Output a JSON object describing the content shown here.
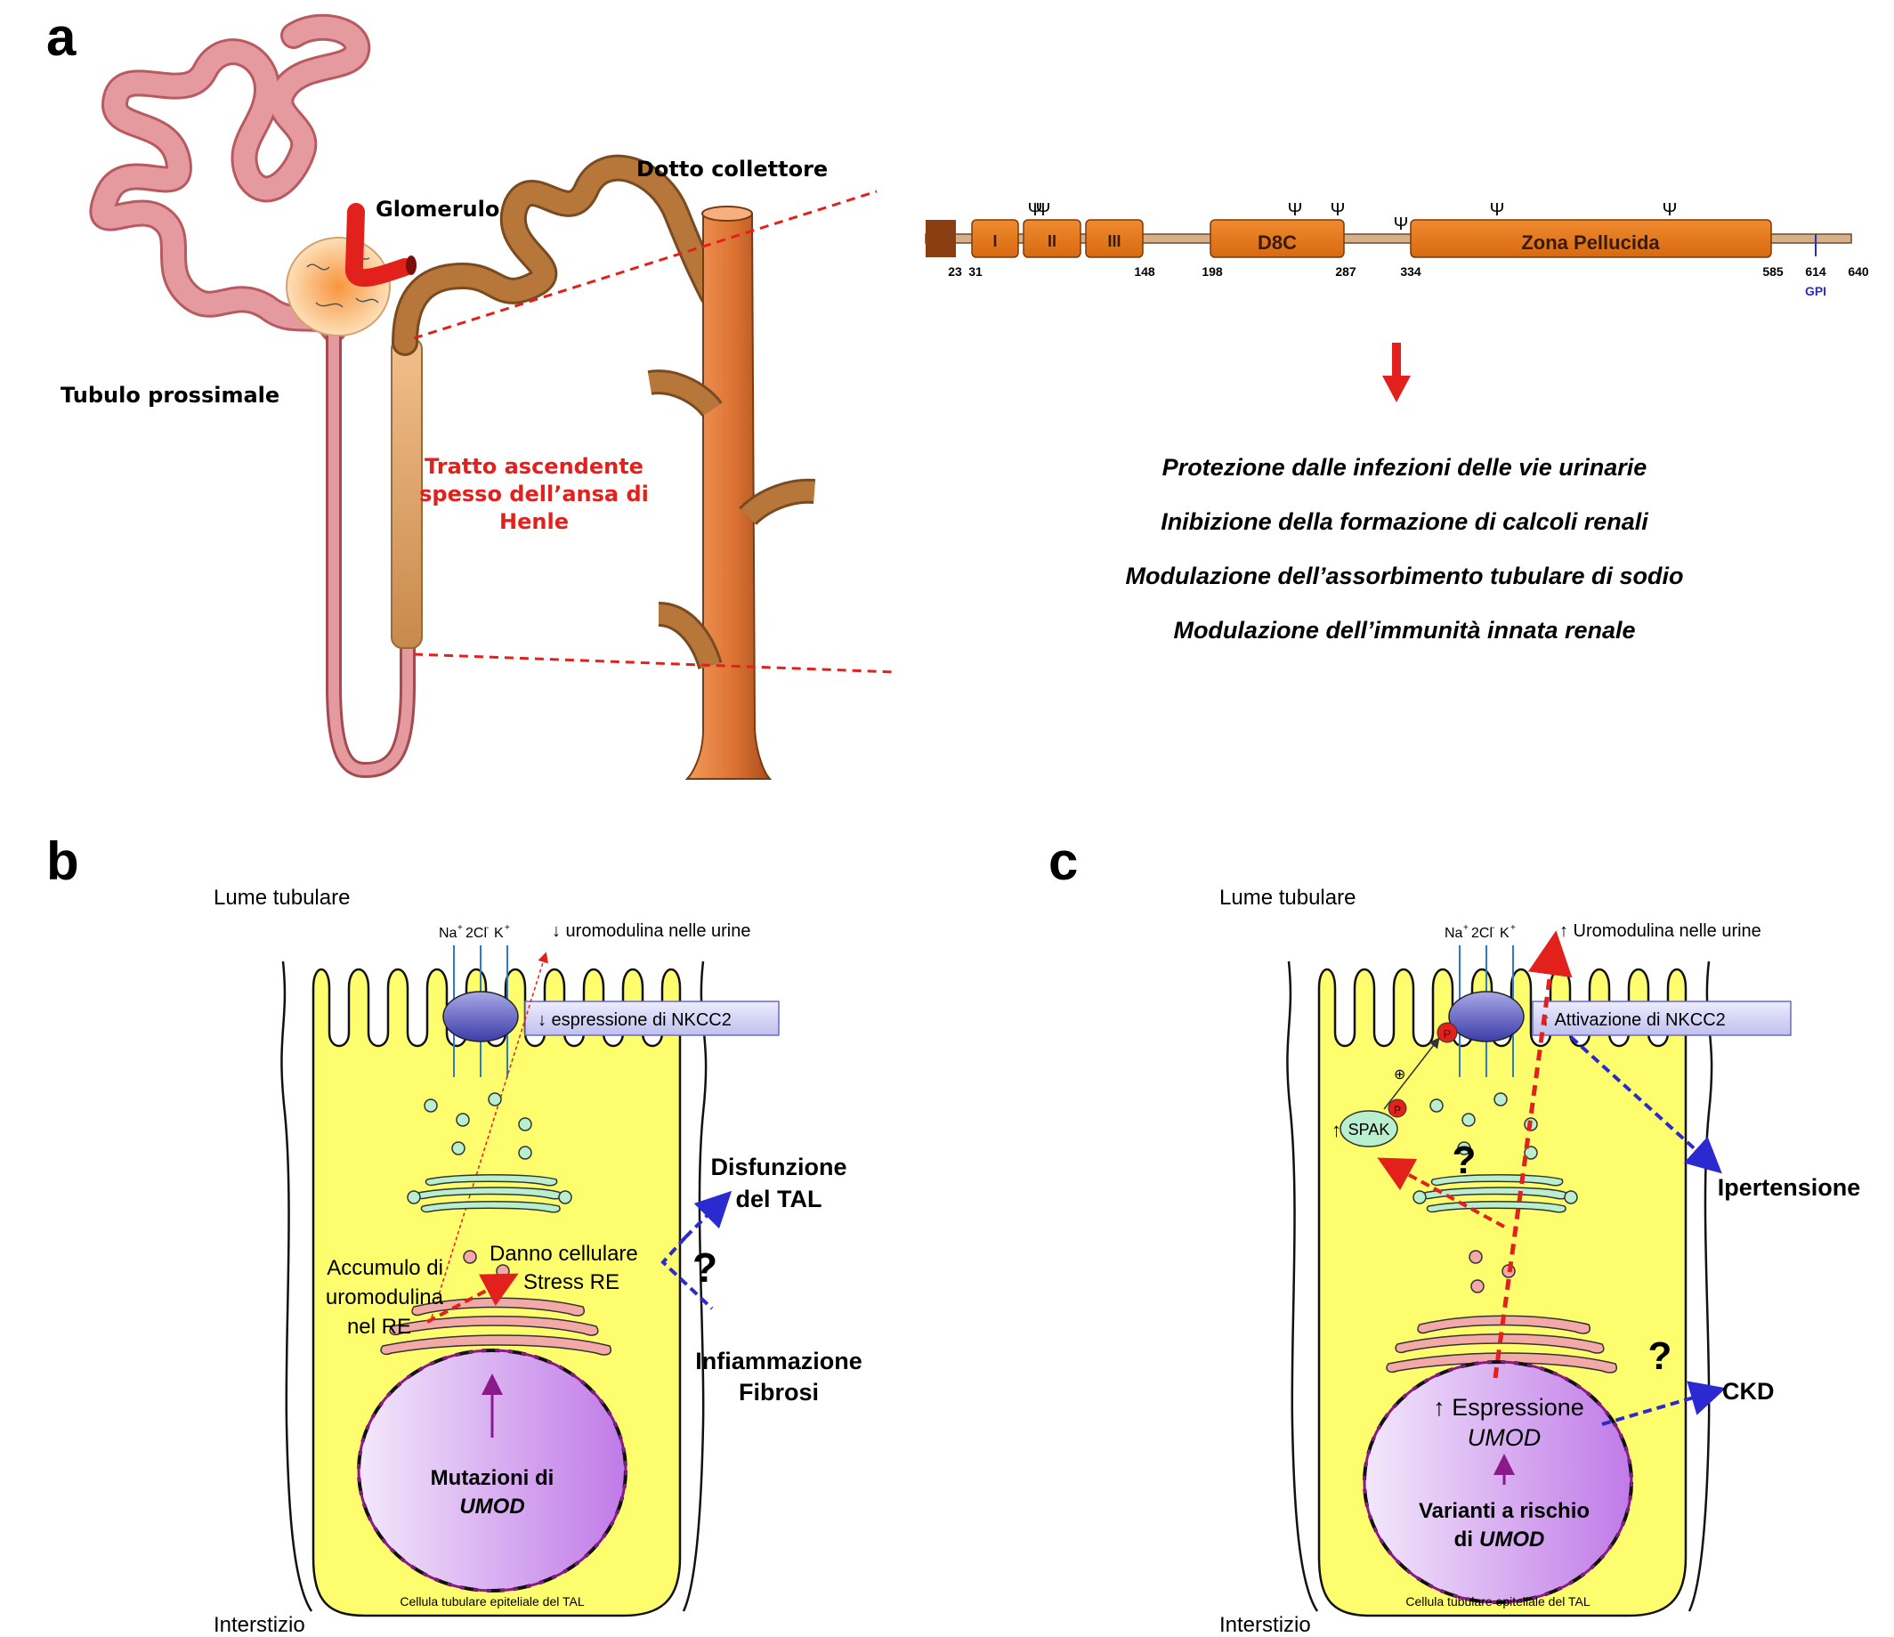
{
  "panel_a": {
    "letter": "a",
    "glomerulo": "Glomerulo",
    "dotto": "Dotto collettore",
    "tubulo": "Tubulo prossimale",
    "tal_1": "Tratto ascendente",
    "tal_2": "spesso dell’ansa di",
    "tal_3": "Henle",
    "domains": {
      "d1": "I",
      "d2": "II",
      "d3": "III",
      "d8c": "D8C",
      "zp": "Zona Pellucida"
    },
    "positions": [
      "23",
      "31",
      "148",
      "198",
      "287",
      "334",
      "585",
      "614",
      "640"
    ],
    "gpi": "GPI",
    "glyco_symbol": "Ψ",
    "functions": [
      "Protezione dalle infezioni delle vie urinarie",
      "Inibizione della formazione di calcoli renali",
      "Modulazione dell’assorbimento tubulare di sodio",
      "Modulazione dell’immunità innata renale"
    ]
  },
  "panel_b": {
    "letter": "b",
    "lume": "Lume tubulare",
    "interstizio": "Interstizio",
    "ions": {
      "na": "Na",
      "na_sup": "+",
      "cl": "2Cl",
      "cl_sup": "-",
      "k": "K",
      "k_sup": "+"
    },
    "urine": "↓ uromodulina nelle urine",
    "nkcc2": "↓ espressione di NKCC2",
    "accumulo_1": "Accumulo di",
    "accumulo_2": "uromodulina",
    "accumulo_3": "nel RE",
    "danno_1": "Danno cellulare",
    "danno_2": "Stress RE",
    "disfunzione_1": "Disfunzione",
    "disfunzione_2": "del TAL",
    "infiammazione": "Infiammazione",
    "fibrosi": "Fibrosi",
    "question": "?",
    "mutazioni": "Mutazioni di",
    "umod": "UMOD",
    "cell": "Cellula tubulare epiteliale del TAL"
  },
  "panel_c": {
    "letter": "c",
    "lume": "Lume tubulare",
    "interstizio": "Interstizio",
    "ions": {
      "na": "Na",
      "na_sup": "+",
      "cl": "2Cl",
      "cl_sup": "-",
      "k": "K",
      "k_sup": "+"
    },
    "urine": "↑ Uromodulina nelle urine",
    "nkcc2": "↑ Attivazione di NKCC2",
    "spak": "SPAK",
    "up": "↑",
    "p": "P",
    "plus": "⊕",
    "ipertensione": "Ipertensione",
    "ckd": "CKD",
    "espressione": "↑  Espressione",
    "umod": "UMOD",
    "varianti_1": "Varianti a rischio",
    "varianti_2": "di",
    "question": "?",
    "cell": "Cellula tubulare epiteliale del TAL"
  },
  "colors": {
    "cell_fill": "#fdfd6e",
    "tubule_pink": "#e49a9e",
    "duct_orange": "#e07b3a",
    "domain_orange": "#e8781c",
    "dashed_red": "#e3211c",
    "dashed_blue": "#2a2ad0",
    "nucleus_purple": "#c690e8",
    "golgi_green": "#b8f0cf",
    "er_pink": "#f4a9a9"
  }
}
